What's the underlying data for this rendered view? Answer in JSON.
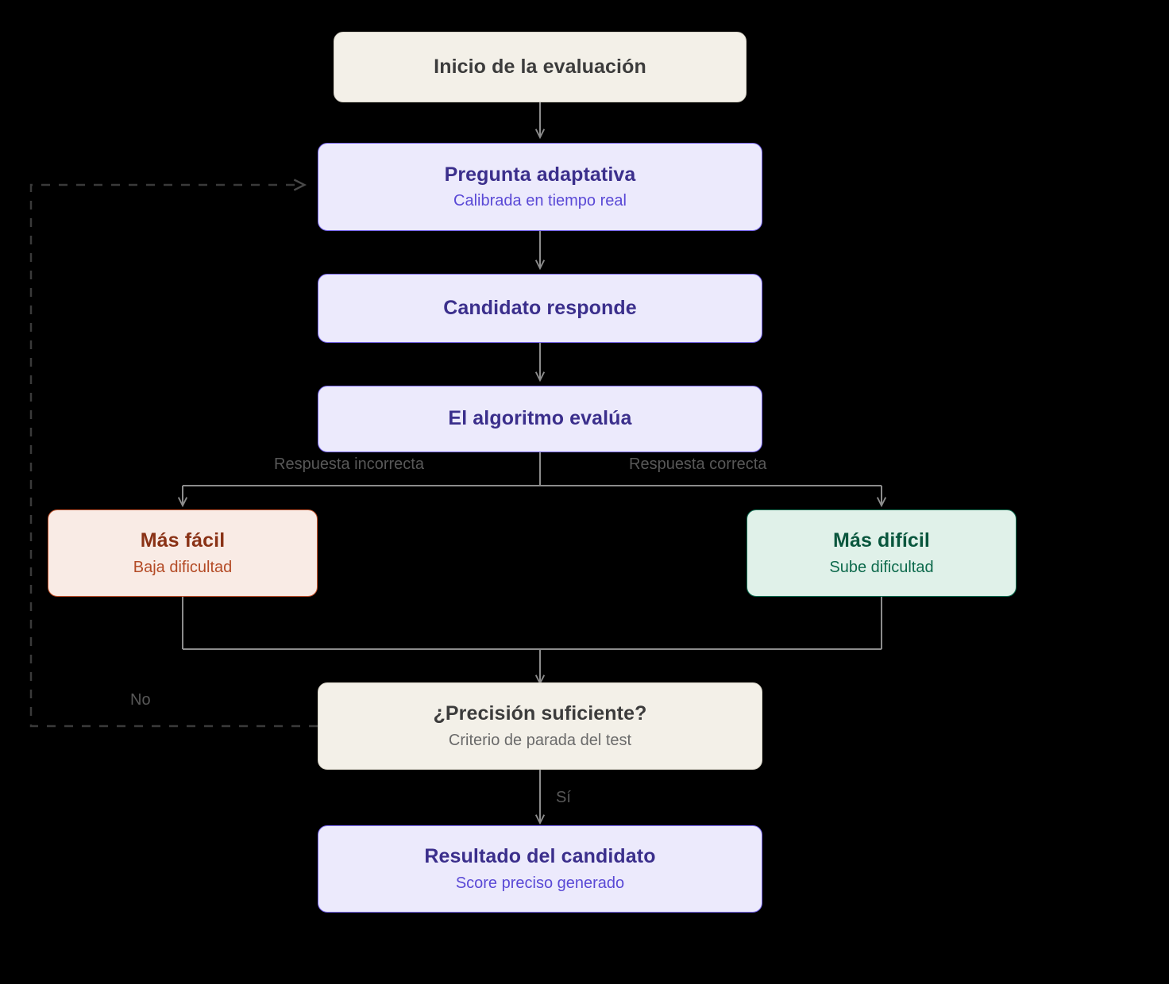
{
  "diagram": {
    "type": "flowchart",
    "direction": "top-to-bottom",
    "background": "#000000",
    "palette": {
      "cream_fill": "#f3f0e8",
      "cream_border": "#d8d4c8",
      "purple_fill": "#eceafc",
      "purple_border": "#7a69ef",
      "red_fill": "#f9ebe5",
      "red_border": "#c4522b",
      "green_fill": "#e0f1e9",
      "green_border": "#107053",
      "connector": "#8c8c8c",
      "dashed_connector": "#3a3a3a"
    },
    "nodes": [
      {
        "id": "inicio",
        "title": "Inicio de la evaluación",
        "subtitle": "",
        "style": "cream"
      },
      {
        "id": "pregunta",
        "title": "Pregunta adaptativa",
        "subtitle": "Calibrada en tiempo real",
        "style": "purple"
      },
      {
        "id": "responde",
        "title": "Candidato responde",
        "subtitle": "",
        "style": "purple"
      },
      {
        "id": "algoritmo",
        "title": "El algoritmo evalúa",
        "subtitle": "",
        "style": "purple"
      },
      {
        "id": "facil",
        "title": "Más fácil",
        "subtitle": "Baja dificultad",
        "style": "red"
      },
      {
        "id": "dificil",
        "title": "Más difícil",
        "subtitle": "Sube dificultad",
        "style": "green"
      },
      {
        "id": "precision",
        "title": "¿Precisión suficiente?",
        "subtitle": "Criterio de parada del test",
        "style": "cream"
      },
      {
        "id": "resultado",
        "title": "Resultado del candidato",
        "subtitle": "Score preciso generado",
        "style": "purple"
      }
    ],
    "edges": [
      {
        "id": "e1",
        "from": "inicio",
        "to": "pregunta",
        "label": "",
        "dashed": false
      },
      {
        "id": "e2",
        "from": "pregunta",
        "to": "responde",
        "label": "",
        "dashed": false
      },
      {
        "id": "e3",
        "from": "responde",
        "to": "algoritmo",
        "label": "",
        "dashed": false
      },
      {
        "id": "e4",
        "from": "algoritmo",
        "to": "facil",
        "label": "Respuesta incorrecta",
        "dashed": false
      },
      {
        "id": "e5",
        "from": "algoritmo",
        "to": "dificil",
        "label": "Respuesta correcta",
        "dashed": false
      },
      {
        "id": "e6",
        "from": "facil",
        "to": "precision",
        "label": "",
        "dashed": false
      },
      {
        "id": "e7",
        "from": "dificil",
        "to": "precision",
        "label": "",
        "dashed": false
      },
      {
        "id": "e8",
        "from": "precision",
        "to": "resultado",
        "label": "Sí",
        "dashed": false
      },
      {
        "id": "e9",
        "from": "precision",
        "to": "pregunta",
        "label": "No",
        "dashed": true
      }
    ],
    "edge_labels": {
      "respuesta_incorrecta": "Respuesta incorrecta",
      "respuesta_correcta": "Respuesta correcta",
      "si": "Sí",
      "no": "No"
    }
  }
}
